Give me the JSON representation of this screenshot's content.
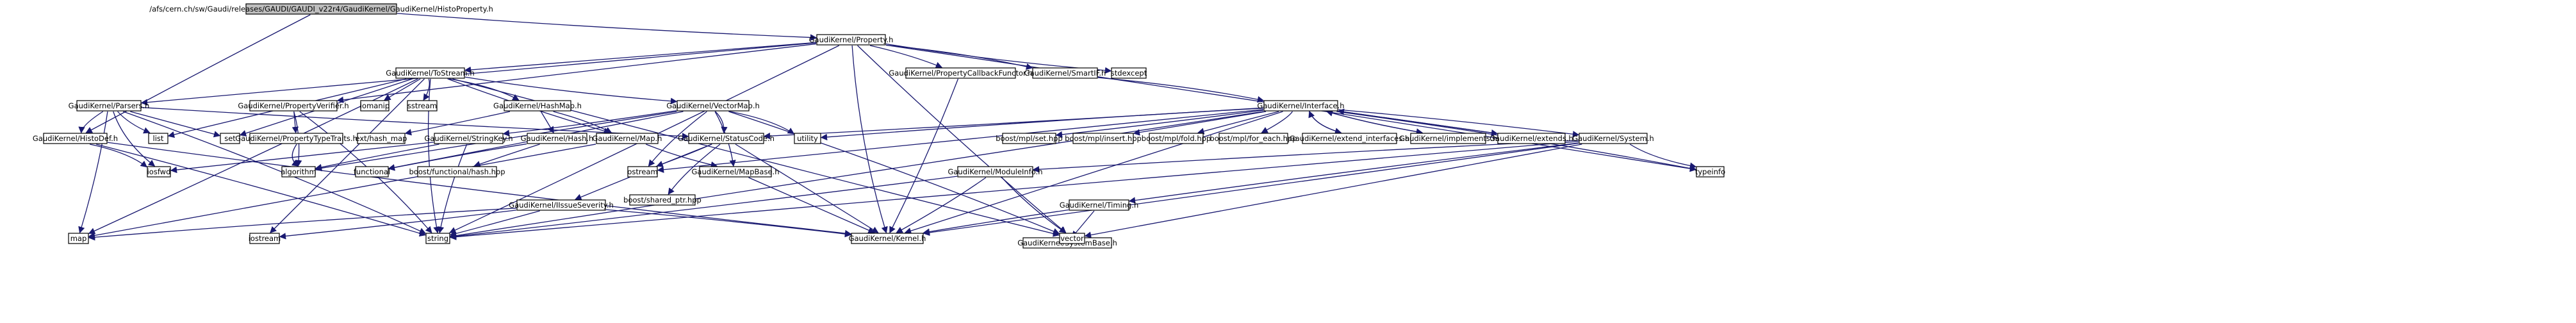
{
  "diagram": {
    "edge_color": "#191970",
    "root_fill": "#bfbfbf",
    "node_fill": "#ffffff",
    "nodes": [
      {
        "id": "root",
        "label": "/afs/cern.ch/sw/Gaudi/releases/GAUDI/GAUDI_v22r4/GaudiKernel/GaudiKernel/HistoProperty.h"
      },
      {
        "id": "property",
        "label": "GaudiKernel/Property.h"
      },
      {
        "id": "tbstream",
        "label": "GaudiKernel/ToStream.h"
      },
      {
        "id": "propcallback",
        "label": "GaudiKernel/PropertyCallbackFunctor.h"
      },
      {
        "id": "smartif",
        "label": "GaudiKernel/SmartIF.h"
      },
      {
        "id": "stdexcept",
        "label": "stdexcept"
      },
      {
        "id": "parsers",
        "label": "GaudiKernel/Parsers.h"
      },
      {
        "id": "propverifier",
        "label": "GaudiKernel/PropertyVerifier.h"
      },
      {
        "id": "iomanip",
        "label": "iomanip"
      },
      {
        "id": "sstream",
        "label": "sstream"
      },
      {
        "id": "hashmap",
        "label": "GaudiKernel/HashMap.h"
      },
      {
        "id": "vectormap",
        "label": "GaudiKernel/VectorMap.h"
      },
      {
        "id": "interface",
        "label": "GaudiKernel/Interface.h"
      },
      {
        "id": "histodef",
        "label": "GaudiKernel/HistoDef.h"
      },
      {
        "id": "list",
        "label": "list"
      },
      {
        "id": "set",
        "label": "set"
      },
      {
        "id": "proptypetraits",
        "label": "GaudiKernel/PropertyTypeTraits.h"
      },
      {
        "id": "exthashmap",
        "label": "ext/hash_map"
      },
      {
        "id": "stringkey",
        "label": "GaudiKernel/StringKey.h"
      },
      {
        "id": "hash",
        "label": "GaudiKernel/Hash.h"
      },
      {
        "id": "gkmap",
        "label": "GaudiKernel/Map.h"
      },
      {
        "id": "statuscode",
        "label": "GaudiKernel/StatusCode.h"
      },
      {
        "id": "utility",
        "label": "utility"
      },
      {
        "id": "mplset",
        "label": "boost/mpl/set.hpp"
      },
      {
        "id": "mplinsert",
        "label": "boost/mpl/insert.hpp"
      },
      {
        "id": "mplfold",
        "label": "boost/mpl/fold.hpp"
      },
      {
        "id": "mplforeach",
        "label": "boost/mpl/for_each.hpp"
      },
      {
        "id": "extendinterfaces",
        "label": "GaudiKernel/extend_interfaces.h"
      },
      {
        "id": "implements",
        "label": "GaudiKernel/implements.h"
      },
      {
        "id": "extends",
        "label": "GaudiKernel/extends.h"
      },
      {
        "id": "system",
        "label": "GaudiKernel/System.h"
      },
      {
        "id": "typeinfo",
        "label": "typeinfo"
      },
      {
        "id": "iosfwd",
        "label": "iosfwd"
      },
      {
        "id": "algorithm",
        "label": "algorithm"
      },
      {
        "id": "functional",
        "label": "functional"
      },
      {
        "id": "boosthash",
        "label": "boost/functional/hash.hpp"
      },
      {
        "id": "ostream",
        "label": "ostream"
      },
      {
        "id": "mapbase",
        "label": "GaudiKernel/MapBase.h"
      },
      {
        "id": "sharedptr",
        "label": "boost/shared_ptr.hpp"
      },
      {
        "id": "moduleinfo",
        "label": "GaudiKernel/ModuleInfo.h"
      },
      {
        "id": "timing",
        "label": "GaudiKernel/Timing.h"
      },
      {
        "id": "severity",
        "label": "GaudiKernel/IIssueSeverity.h"
      },
      {
        "id": "systembase",
        "label": "GaudiKernel/SystemBase.h"
      },
      {
        "id": "map",
        "label": "map"
      },
      {
        "id": "iostream",
        "label": "iostream"
      },
      {
        "id": "string",
        "label": "string"
      },
      {
        "id": "kernel",
        "label": "GaudiKernel/Kernel.h"
      },
      {
        "id": "vector",
        "label": "vector"
      }
    ],
    "edges": [
      [
        "root",
        "property"
      ],
      [
        "root",
        "histodef"
      ],
      [
        "property",
        "tbstream"
      ],
      [
        "property",
        "propcallback"
      ],
      [
        "property",
        "smartif"
      ],
      [
        "property",
        "stdexcept"
      ],
      [
        "property",
        "parsers"
      ],
      [
        "property",
        "propverifier"
      ],
      [
        "property",
        "typeinfo"
      ],
      [
        "property",
        "string"
      ],
      [
        "property",
        "kernel"
      ],
      [
        "property",
        "vector"
      ],
      [
        "tbstream",
        "iomanip"
      ],
      [
        "tbstream",
        "sstream"
      ],
      [
        "tbstream",
        "hashmap"
      ],
      [
        "tbstream",
        "vectormap"
      ],
      [
        "tbstream",
        "gkmap"
      ],
      [
        "tbstream",
        "list"
      ],
      [
        "tbstream",
        "set"
      ],
      [
        "tbstream",
        "map"
      ],
      [
        "tbstream",
        "string"
      ],
      [
        "tbstream",
        "vector"
      ],
      [
        "tbstream",
        "iostream"
      ],
      [
        "propcallback",
        "kernel"
      ],
      [
        "smartif",
        "interface"
      ],
      [
        "parsers",
        "histodef"
      ],
      [
        "parsers",
        "list"
      ],
      [
        "parsers",
        "set"
      ],
      [
        "parsers",
        "map"
      ],
      [
        "parsers",
        "string"
      ],
      [
        "parsers",
        "iosfwd"
      ],
      [
        "parsers",
        "statuscode"
      ],
      [
        "propverifier",
        "proptypetraits"
      ],
      [
        "propverifier",
        "algorithm"
      ],
      [
        "propverifier",
        "string"
      ],
      [
        "proptypetraits",
        "algorithm"
      ],
      [
        "hashmap",
        "exthashmap"
      ],
      [
        "hashmap",
        "hash"
      ],
      [
        "hashmap",
        "gkmap"
      ],
      [
        "hash",
        "functional"
      ],
      [
        "hash",
        "boosthash"
      ],
      [
        "gkmap",
        "mapbase"
      ],
      [
        "gkmap",
        "map"
      ],
      [
        "vectormap",
        "statuscode"
      ],
      [
        "vectormap",
        "utility"
      ],
      [
        "vectormap",
        "ostream"
      ],
      [
        "vectormap",
        "functional"
      ],
      [
        "vectormap",
        "algorithm"
      ],
      [
        "vectormap",
        "mapbase"
      ],
      [
        "vectormap",
        "vector"
      ],
      [
        "vectormap",
        "stringkey"
      ],
      [
        "stringkey",
        "string"
      ],
      [
        "stringkey",
        "iosfwd"
      ],
      [
        "stringkey",
        "algorithm"
      ],
      [
        "statuscode",
        "ostream"
      ],
      [
        "statuscode",
        "sharedptr"
      ],
      [
        "statuscode",
        "severity"
      ],
      [
        "statuscode",
        "kernel"
      ],
      [
        "severity",
        "kernel"
      ],
      [
        "severity",
        "map"
      ],
      [
        "severity",
        "string"
      ],
      [
        "severity",
        "iostream"
      ],
      [
        "mapbase",
        "kernel"
      ],
      [
        "histodef",
        "string"
      ],
      [
        "histodef",
        "iosfwd"
      ],
      [
        "histodef",
        "kernel"
      ],
      [
        "interface",
        "mplset"
      ],
      [
        "interface",
        "mplinsert"
      ],
      [
        "interface",
        "mplfold"
      ],
      [
        "interface",
        "mplforeach"
      ],
      [
        "interface",
        "extendinterfaces"
      ],
      [
        "interface",
        "implements"
      ],
      [
        "interface",
        "extends"
      ],
      [
        "interface",
        "system"
      ],
      [
        "interface",
        "typeinfo"
      ],
      [
        "interface",
        "kernel"
      ],
      [
        "interface",
        "statuscode"
      ],
      [
        "interface",
        "ostream"
      ],
      [
        "interface",
        "string"
      ],
      [
        "interface",
        "utility"
      ],
      [
        "extendinterfaces",
        "interface"
      ],
      [
        "implements",
        "interface"
      ],
      [
        "extends",
        "interface"
      ],
      [
        "system",
        "moduleinfo"
      ],
      [
        "system",
        "timing"
      ],
      [
        "system",
        "typeinfo"
      ],
      [
        "system",
        "string"
      ],
      [
        "system",
        "vector"
      ],
      [
        "system",
        "kernel"
      ],
      [
        "moduleinfo",
        "kernel"
      ],
      [
        "moduleinfo",
        "string"
      ],
      [
        "moduleinfo",
        "vector"
      ],
      [
        "timing",
        "systembase"
      ],
      [
        "timing",
        "kernel"
      ]
    ]
  }
}
